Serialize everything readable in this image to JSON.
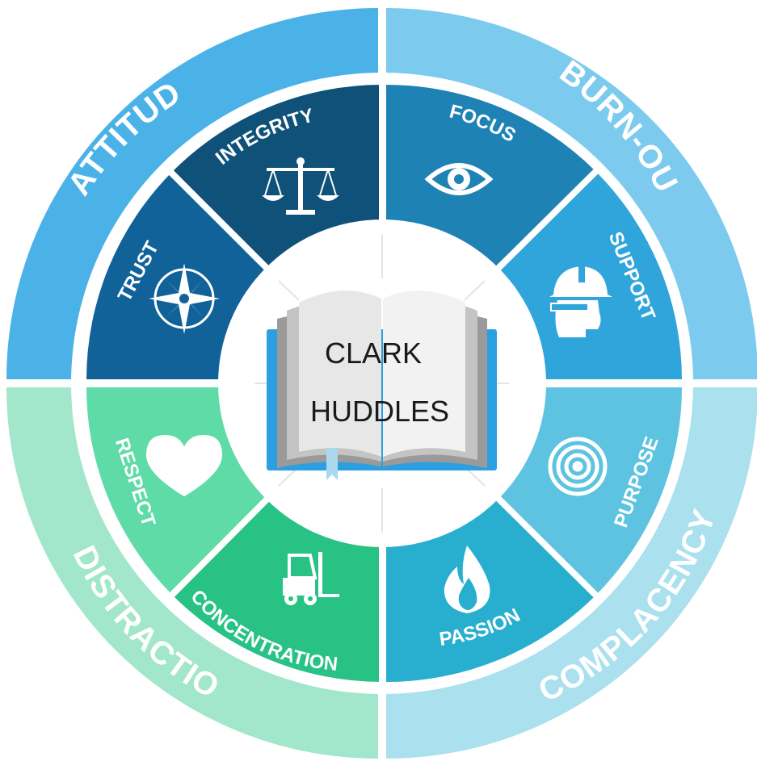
{
  "center": {
    "line1": "CLARK",
    "line2": "HUDDLES"
  },
  "colors": {
    "attitude": "#4bb2e8",
    "burnout": "#7ccbee",
    "distraction": "#a2e6cc",
    "complacency": "#abe0ee",
    "trust": "#12629a",
    "integrity": "#0f5178",
    "focus": "#1f82b5",
    "support": "#2fa5db",
    "purpose": "#5ec3e0",
    "passion": "#28afd0",
    "concentration": "#27c284",
    "respect": "#5fdba7"
  },
  "quadrants": {
    "attitude": "ATTITUDE",
    "burnout": "BURN-OUT",
    "distraction": "DISTRACTION",
    "complacency": "COMPLACENCY"
  },
  "segments": {
    "trust": "TRUST",
    "integrity": "INTEGRITY",
    "focus": "FOCUS",
    "support": "SUPPORT",
    "purpose": "PURPOSE",
    "passion": "PASSION",
    "concentration": "CONCENTRATION",
    "respect": "RESPECT"
  }
}
